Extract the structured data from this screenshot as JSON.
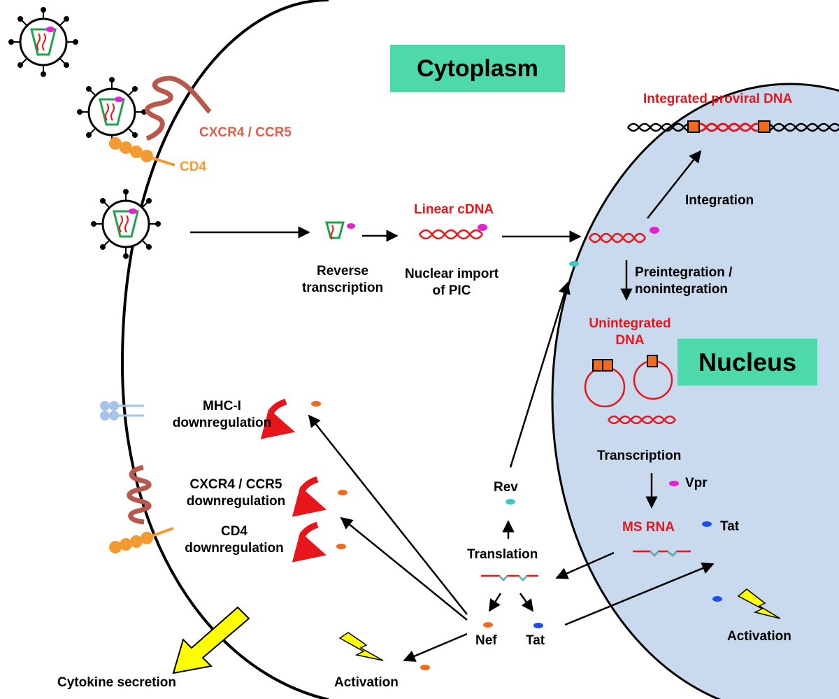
{
  "regions": {
    "cytoplasm_label": "Cytoplasm",
    "nucleus_label": "Nucleus"
  },
  "labels": {
    "cxcr4_ccr5": "CXCR4 / CCR5",
    "cd4": "CD4",
    "linear_cdna": "Linear cDNA",
    "reverse_transcription": "Reverse\ntranscription",
    "nuclear_import": "Nuclear import\nof PIC",
    "integrated_proviral_dna": "Integrated proviral DNA",
    "integration": "Integration",
    "preintegration": "Preintegration /\nnonintegration",
    "unintegrated_dna": "Unintegrated\nDNA",
    "transcription": "Transcription",
    "vpr": "Vpr",
    "ms_rna": "MS RNA",
    "tat_nucleus": "Tat",
    "activation_nucleus": "Activation",
    "translation": "Translation",
    "rev": "Rev",
    "nef": "Nef",
    "tat_cytoplasm": "Tat",
    "activation_cytoplasm": "Activation",
    "cytokine_secretion": "Cytokine secretion",
    "mhc_downregulation": "MHC-I\ndownregulation",
    "cxcr4_downregulation": "CXCR4 / CCR5\ndownregulation",
    "cd4_downregulation": "CD4\ndownregulation"
  },
  "colors": {
    "cell_outline": "#000000",
    "nucleus_fill": "#c9d9ee",
    "region_box": "#4dd9ac",
    "viral_dna": "#e8151b",
    "receptor": "#b8584a",
    "cd4": "#f39b32",
    "mhc": "#a6c4e8",
    "ltr": "#f26a1b",
    "capsid": "#1fa24a",
    "integrase": "#e620d0",
    "nef_dot": "#f26a1b",
    "tat_dot": "#1f4fe8",
    "rev_dot": "#3fc6c6",
    "vpr_dot": "#e620d0",
    "lightning": "#ffff00",
    "curved_arrow": "#e8151b"
  }
}
